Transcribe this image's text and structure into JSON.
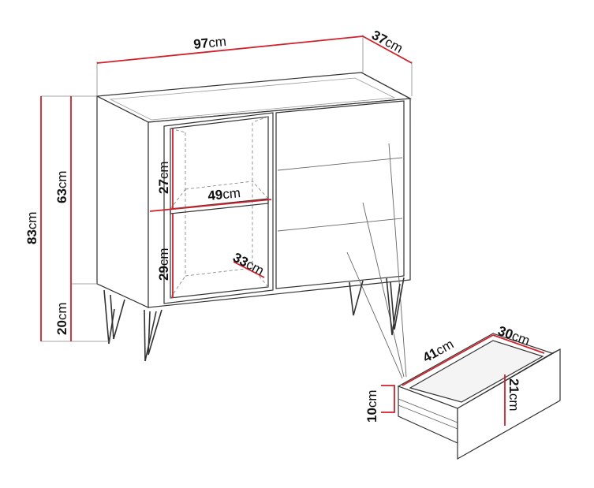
{
  "dimensions": {
    "width": {
      "value": "97",
      "unit": "cm"
    },
    "depth": {
      "value": "37",
      "unit": "cm"
    },
    "height_total": {
      "value": "83",
      "unit": "cm"
    },
    "height_body": {
      "value": "63",
      "unit": "cm"
    },
    "height_legs": {
      "value": "20",
      "unit": "cm"
    },
    "shelf_upper": {
      "value": "27",
      "unit": "cm"
    },
    "shelf_lower": {
      "value": "29",
      "unit": "cm"
    },
    "shelf_width": {
      "value": "49",
      "unit": "cm"
    },
    "shelf_depth": {
      "value": "33",
      "unit": "cm"
    },
    "drawer_width": {
      "value": "41",
      "unit": "cm"
    },
    "drawer_depth": {
      "value": "30",
      "unit": "cm"
    },
    "drawer_front_height": {
      "value": "21",
      "unit": "cm"
    },
    "drawer_side_height": {
      "value": "10",
      "unit": "cm"
    }
  },
  "colors": {
    "dimension_line": "#d0202a",
    "outline": "#333333"
  }
}
